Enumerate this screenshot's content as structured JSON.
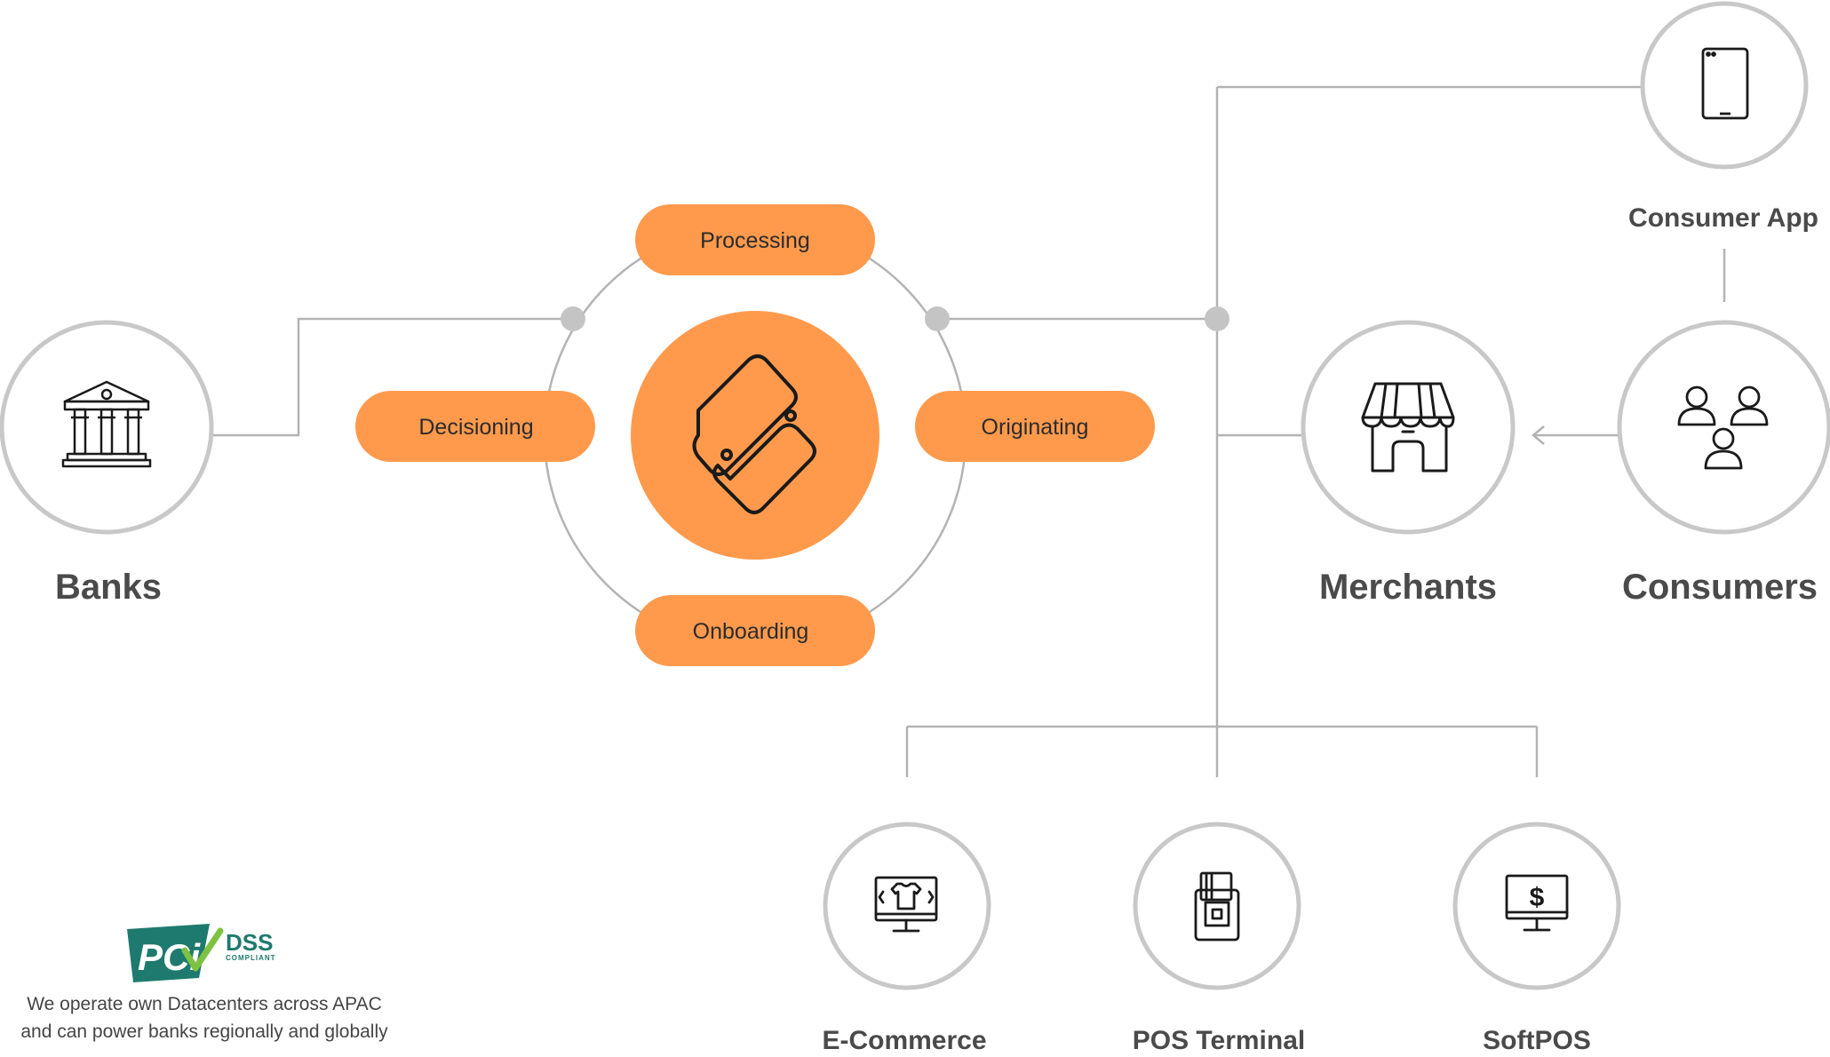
{
  "center": {
    "icon": "chain-link-icon"
  },
  "pills": {
    "processing": "Processing",
    "decisioning": "Decisioning",
    "originating": "Originating",
    "onboarding": "Onboarding"
  },
  "nodes": {
    "banks": {
      "label": "Banks",
      "icon": "bank-building-icon"
    },
    "merchants": {
      "label": "Merchants",
      "icon": "storefront-icon"
    },
    "consumers": {
      "label": "Consumers",
      "icon": "people-group-icon"
    },
    "consumer_app": {
      "label": "Consumer App",
      "icon": "smartphone-icon"
    },
    "ecommerce": {
      "label": "E-Commerce",
      "icon": "monitor-shirt-icon"
    },
    "pos_terminal": {
      "label": "POS Terminal",
      "icon": "card-terminal-icon"
    },
    "softpos": {
      "label": "SoftPOS",
      "icon": "monitor-dollar-icon"
    }
  },
  "pci": {
    "logo_pci": "PCi",
    "logo_dss": "DSS",
    "logo_compliant": "COMPLIANT",
    "line1": "We operate own Datacenters across APAC",
    "line2": "and can power banks regionally and globally"
  },
  "colors": {
    "accent": "#FF9A4D",
    "line": "#B3B3B3",
    "circle_stroke": "#C8C8C8",
    "pci_teal": "#1E7A6E",
    "pci_green": "#7DC242"
  }
}
